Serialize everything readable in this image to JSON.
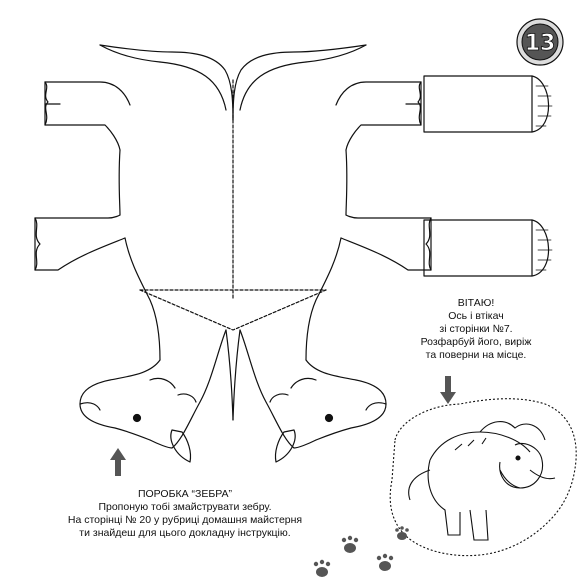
{
  "page": {
    "number": "13"
  },
  "bottom_caption": {
    "title": "ПОРОБКА “ЗЕБРА”",
    "line1": "Пропоную тобі змайструвати зебру.",
    "line2": "На сторінці № 20 у рубриці домашня майстерня",
    "line3": "ти знайдеш для цього докладну інструкцію."
  },
  "side_caption": {
    "title": "ВІТАЮ!",
    "line1": "Ось і втікач",
    "line2": "зі сторінки №7.",
    "line3": "Розфарбуй його, виріж",
    "line4": "та поверни на місце."
  },
  "icons": {
    "arrow_bottom": "up-arrow-icon",
    "arrow_side": "down-arrow-icon",
    "badge": "page-number-badge",
    "footprints": "footprint-icon"
  },
  "colors": {
    "line": "#111111",
    "badge_fill": "#555555",
    "badge_ring": "#dddddd"
  }
}
